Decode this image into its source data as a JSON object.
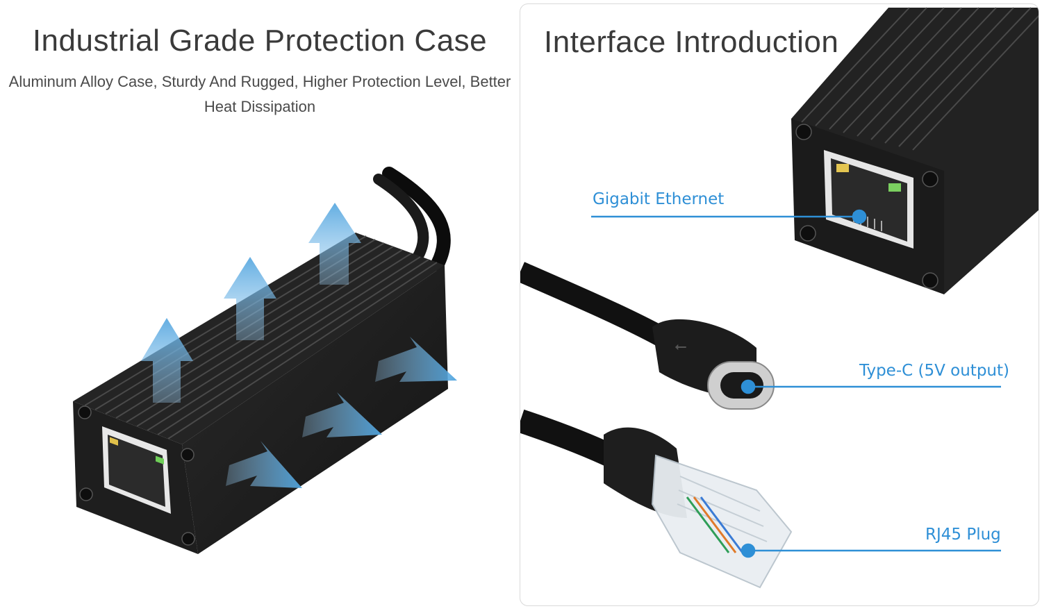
{
  "left_panel": {
    "title": "Industrial Grade Protection Case",
    "subtitle_line1": "Aluminum Alloy Case, Sturdy And Rugged, Higher Protection Level, Better",
    "subtitle_line2": "Heat Dissipation"
  },
  "right_panel": {
    "title": "Interface Introduction",
    "callouts": {
      "ethernet": "Gigabit Ethernet",
      "typec": "Type-C (5V output)",
      "rj45": "RJ45 Plug"
    }
  },
  "colors": {
    "accent": "#2e8fd6",
    "case_dark": "#1e1e1e",
    "airflow_arrow": "#7dbbe6",
    "title_text": "#3a3a3a"
  }
}
